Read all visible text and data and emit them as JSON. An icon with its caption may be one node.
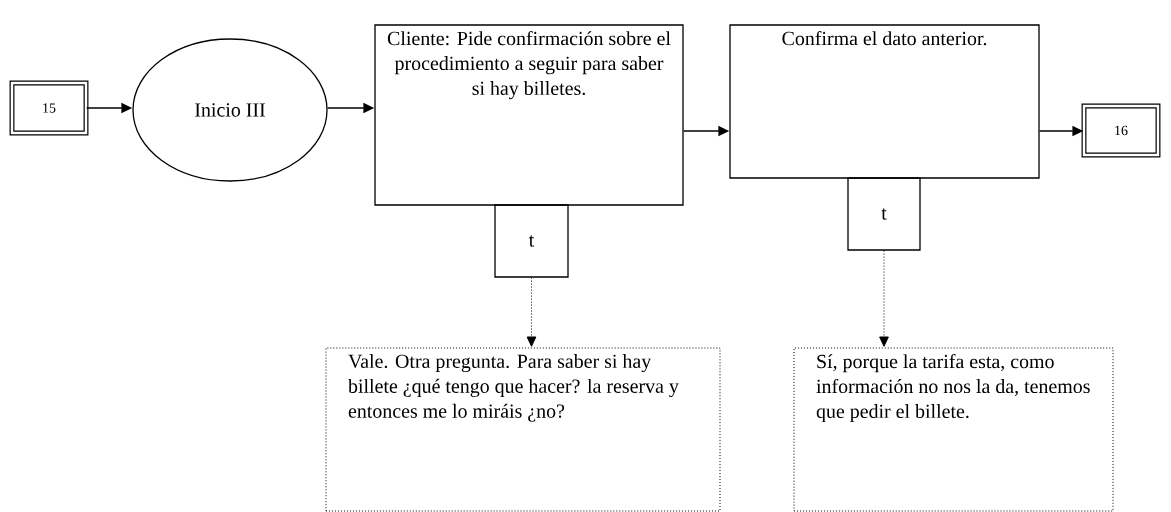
{
  "diagram": {
    "nodes": [
      {
        "text": [
          "15"
        ]
      },
      {
        "text": [
          "Inicio III"
        ]
      },
      {
        "text": [
          "Cliente: Pide confirmación sobre el procedimiento a seguir para saber si hay billetes."
        ]
      },
      {
        "text": [
          "Confirma el dato anterior."
        ]
      },
      {
        "text": [
          "16"
        ]
      },
      {
        "text": [
          "t"
        ]
      },
      {
        "text": [
          "t"
        ]
      },
      {
        "text": [
          "Vale. Otra pregunta. Para saber si hay billete ¿qué tengo que hacer? la reserva y entonces me lo miráis ¿no?"
        ]
      },
      {
        "text": [
          "Sí, porque la tarifa esta, como información no nos la da, tenemos que pedir el billete."
        ]
      }
    ],
    "edges": [
      {
        "from": 0,
        "to": 1,
        "arrow": "to"
      },
      {
        "from": 1,
        "to": 2,
        "arrow": "to"
      },
      {
        "from": 2,
        "to": 3,
        "arrow": "to"
      },
      {
        "from": 3,
        "to": 4,
        "arrow": "to"
      },
      {
        "from": 5,
        "to": 7,
        "arrow": "to",
        "style": "dashed"
      },
      {
        "from": 6,
        "to": 8,
        "arrow": "to",
        "style": "dashed"
      }
    ]
  }
}
